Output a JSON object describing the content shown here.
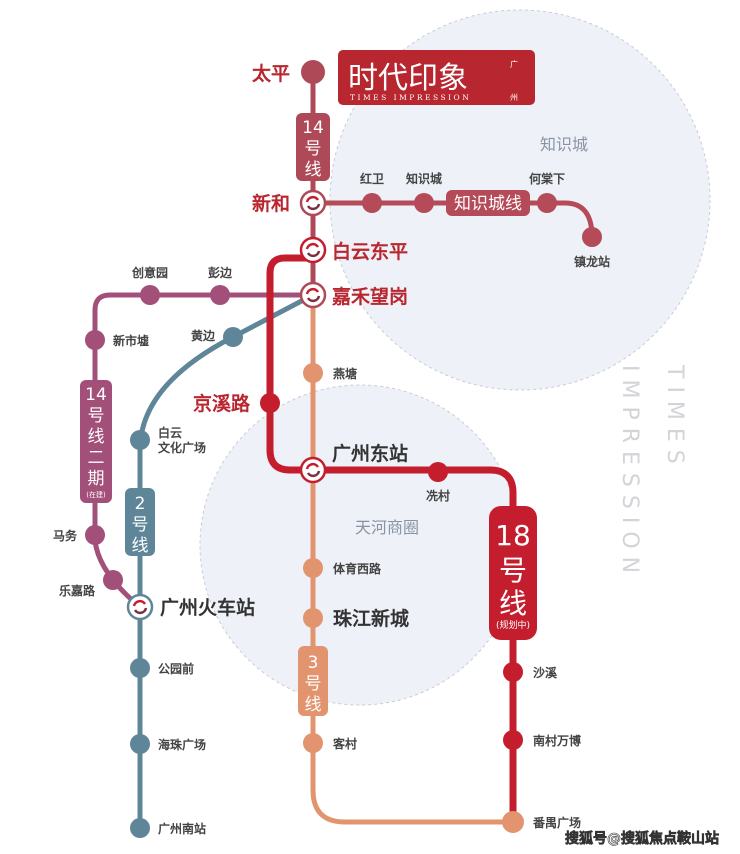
{
  "logo": {
    "title": "时代印象",
    "subtitle": "TIMES IMPRESSION",
    "city": "广州"
  },
  "areas": {
    "zhishicheng": "知识城",
    "tianhe": "天河商圈"
  },
  "watermark": {
    "col1": "TIMES",
    "col2": "IMPRESSION"
  },
  "credit": "搜狐号@搜狐焦点鞍山站",
  "colors": {
    "line14": "#ae4a58",
    "line18": "#c41e2e",
    "line3": "#e2946e",
    "line14b": "#a24f7a",
    "line2": "#5f8698",
    "zsc": "#b54a58"
  },
  "lines": {
    "line14": {
      "label_num": "14",
      "label_a": "号",
      "label_b": "线"
    },
    "zsc": {
      "label": "知识城线"
    },
    "line18": {
      "label_num": "18",
      "label_a": "号",
      "label_b": "线",
      "note": "(规划中)"
    },
    "line3": {
      "label_num": "3",
      "label_a": "号",
      "label_b": "线"
    },
    "line14b": {
      "label_num": "14",
      "label_a": "号",
      "label_b": "线",
      "label_c": "二",
      "label_d": "期",
      "note": "(在建)"
    },
    "line2": {
      "label_num": "2",
      "label_a": "号",
      "label_b": "线"
    }
  },
  "stations": {
    "taiping": "太平",
    "xinhe": "新和",
    "baiyundongping": "白云东平",
    "jiahewanggang": "嘉禾望岗",
    "hongwei": "红卫",
    "zhishicheng": "知识城",
    "hetangxia": "何棠下",
    "zhenlong": "镇龙站",
    "jingxilu": "京溪路",
    "guangzhoudong": "广州东站",
    "xiancun": "冼村",
    "shaxi": "沙溪",
    "nancunwanbo": "南村万博",
    "panyuguangchang": "番禺广场",
    "yantang": "燕塘",
    "tiyuxilu": "体育西路",
    "zhujiangxincheng": "珠江新城",
    "kecun": "客村",
    "chuangyiyuan": "创意园",
    "pengbian": "彭边",
    "xinshixu": "新市墟",
    "mawu": "马务",
    "lejialu": "乐嘉路",
    "guangzhouhuoche": "广州火车站",
    "huangbian": "黄边",
    "baiyun1": "白云",
    "baiyun2": "文化广场",
    "gongyuanqian": "公园前",
    "haizhuguangchang": "海珠广场",
    "guangzhounan": "广州南站"
  }
}
